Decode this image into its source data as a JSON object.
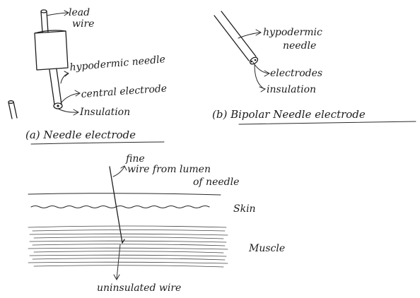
{
  "panel_a": {
    "lead_wire_line1": "lead",
    "lead_wire_line2": "wire",
    "hypodermic_needle": "hypodermic needle",
    "central_electrode": "central electrode",
    "insulation": "Insulation",
    "caption": "(a) Needle electrode"
  },
  "panel_b": {
    "hypodermic_line1": "hypodermic",
    "hypodermic_line2": "needle",
    "electrodes": "electrodes",
    "insulation": "insulation",
    "caption": "(b) Bipolar Needle electrode"
  },
  "panel_c": {
    "fine_wire_line1": "fine",
    "fine_wire_line2": "wire from lumen",
    "fine_wire_line3": "of needle",
    "skin": "Skin",
    "muscle": "Muscle",
    "uninsulated_wire": "uninsulated wire"
  }
}
